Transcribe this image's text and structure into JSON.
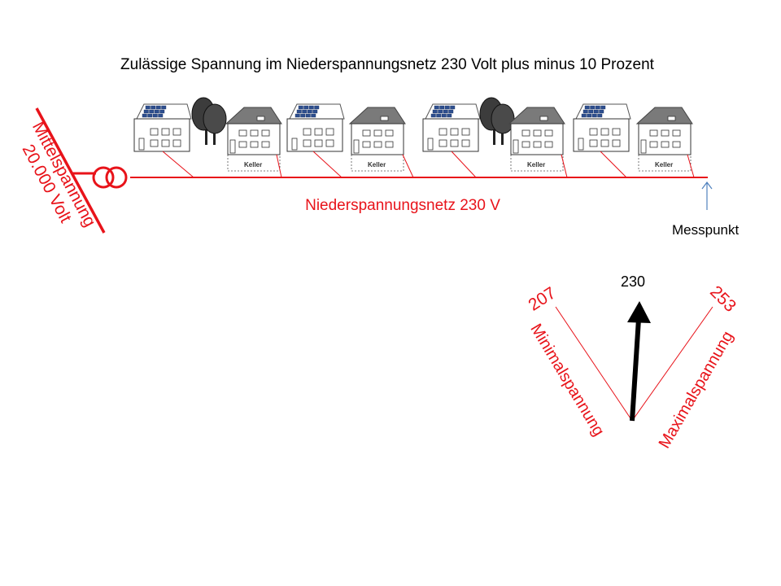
{
  "title": "Zulässige Spannung im Niederspannungsnetz  230 Volt plus minus 10 Prozent",
  "medium_voltage": {
    "label_line1": "Mittelspannung",
    "label_line2": "20.000 Volt"
  },
  "low_voltage_net_label": "Niederspannungsnetz  230 V",
  "measuring_point_label": "Messpunkt",
  "cellar_label": "Keller",
  "gauge": {
    "nominal_value": "230",
    "min_value": "207",
    "max_value": "253",
    "min_label": "Minimalspannung",
    "max_label": "Maximalspannung"
  },
  "colors": {
    "line_red": "#e8131a",
    "arrow_blue": "#4f81bd",
    "pointer_black": "#000000",
    "solar_blue": "#2e4f8f",
    "roof_gray": "#7a7a7a",
    "tree_dark": "#3c3c3c"
  }
}
